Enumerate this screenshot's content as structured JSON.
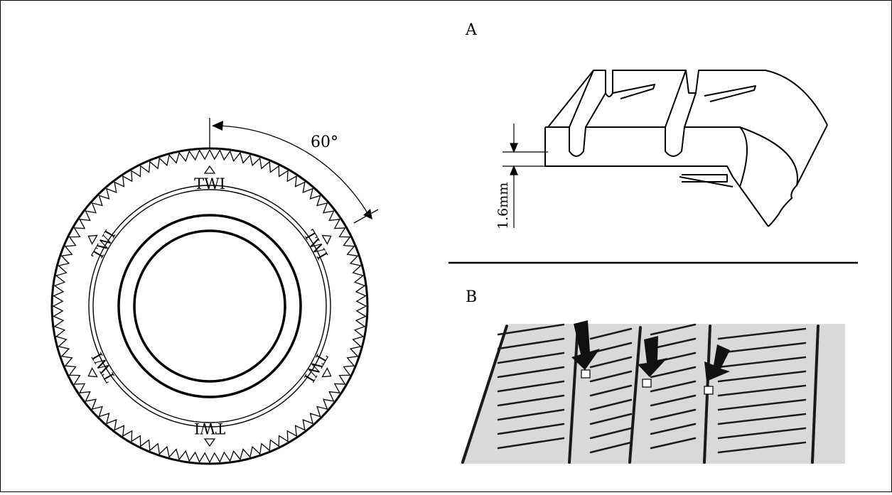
{
  "panel_labels": {
    "a": "A",
    "b": "B"
  },
  "tire_diagram": {
    "angle_label": "60°",
    "indicator_label": "TWI",
    "indicator_count": 6
  },
  "tread_depth": {
    "depth_label": "1.6mm"
  },
  "photo": {
    "arrow_count": 3
  },
  "colors": {
    "line": "#000000",
    "background": "#ffffff",
    "photo_bg": "#d9d9d9"
  }
}
